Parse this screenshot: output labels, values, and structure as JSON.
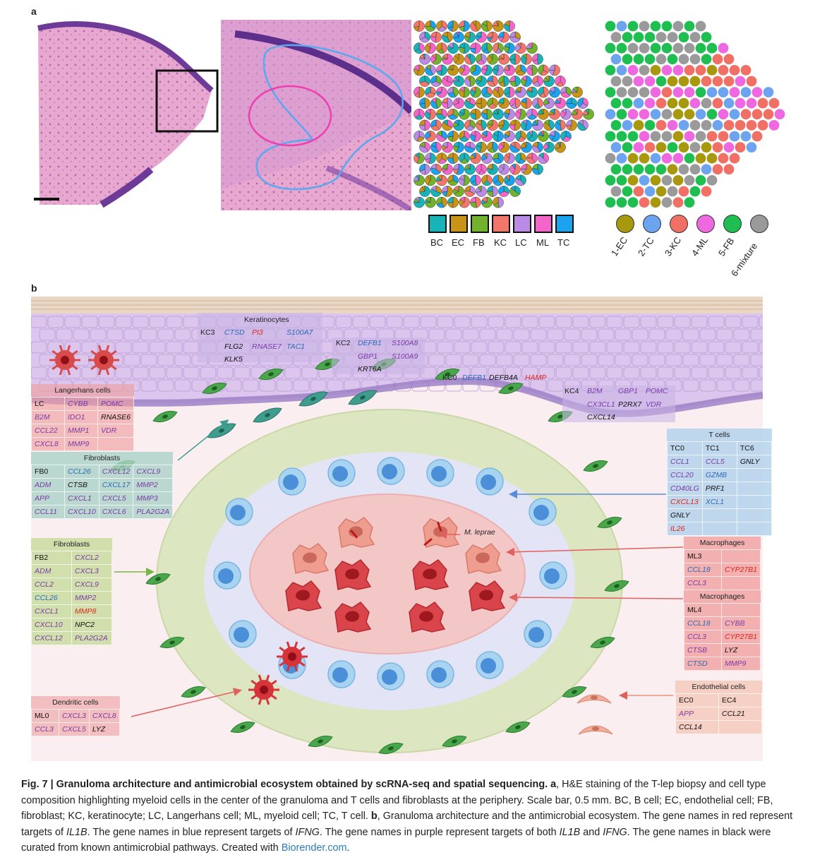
{
  "panel_a": {
    "label": "a",
    "legend1": [
      {
        "code": "BC",
        "color": "#18b3b8"
      },
      {
        "code": "EC",
        "color": "#c89418"
      },
      {
        "code": "FB",
        "color": "#73b22c"
      },
      {
        "code": "KC",
        "color": "#f3766a"
      },
      {
        "code": "LC",
        "color": "#b98be4"
      },
      {
        "code": "ML",
        "color": "#f465c9"
      },
      {
        "code": "TC",
        "color": "#1ba3ee"
      }
    ],
    "legend2": [
      {
        "label": "1-EC",
        "color": "#a8980e"
      },
      {
        "label": "2-TC",
        "color": "#6da4ef"
      },
      {
        "label": "3-KC",
        "color": "#f07065"
      },
      {
        "label": "4-ML",
        "color": "#ee68e0"
      },
      {
        "label": "5-FB",
        "color": "#1fbe50"
      },
      {
        "label": "6-mixture",
        "color": "#9a9a9a"
      }
    ]
  },
  "panel_b": {
    "label": "b",
    "keratinocytes_title": "Keratinocytes",
    "kc3": {
      "label": "KC3",
      "genes": [
        [
          "CTSD",
          "blue"
        ],
        [
          "PI3",
          "red"
        ],
        [
          "S100A7",
          "blue"
        ],
        [
          "FLG2",
          "black"
        ],
        [
          "RNASE7",
          "purple"
        ],
        [
          "TAC1",
          "blue"
        ],
        [
          "KLK5",
          "black"
        ]
      ]
    },
    "kc2": {
      "label": "KC2",
      "genes": [
        [
          "DEFB1",
          "blue"
        ],
        [
          "S100A8",
          "purple"
        ],
        [
          "GBP1",
          "purple"
        ],
        [
          "S100A9",
          "purple"
        ],
        [
          "KRT6A",
          "black"
        ]
      ]
    },
    "kc0": {
      "label": "KC0",
      "genes": [
        [
          "DEFB1",
          "blue"
        ],
        [
          "DEFB4A",
          "black"
        ],
        [
          "HAMP",
          "red"
        ]
      ]
    },
    "kc4": {
      "label": "KC4",
      "genes": [
        [
          "B2M",
          "purple"
        ],
        [
          "GBP1",
          "purple"
        ],
        [
          "POMC",
          "purple"
        ],
        [
          "CX3CL1",
          "purple"
        ],
        [
          "P2RX7",
          "black"
        ],
        [
          "VDR",
          "purple"
        ],
        [
          "CXCL14",
          "black"
        ]
      ]
    },
    "langerhans": {
      "title": "Langerhans cells",
      "header": "LC",
      "genes": [
        [
          "CYBB",
          "purple"
        ],
        [
          "POMC",
          "purple"
        ],
        [
          "B2M",
          "purple"
        ],
        [
          "IDO1",
          "purple"
        ],
        [
          "RNASE6",
          "black"
        ],
        [
          "CCL22",
          "purple"
        ],
        [
          "MMP1",
          "purple"
        ],
        [
          "VDR",
          "purple"
        ],
        [
          "CXCL8",
          "purple"
        ],
        [
          "MMP9",
          "purple"
        ]
      ]
    },
    "fibro1": {
      "title": "Fibroblasts",
      "header": "FB0",
      "genes": [
        [
          "CCL26",
          "blue"
        ],
        [
          "CXCL12",
          "purple"
        ],
        [
          "CXCL9",
          "purple"
        ],
        [
          "ADM",
          "purple"
        ],
        [
          "CTSB",
          "black"
        ],
        [
          "CXCL17",
          "blue"
        ],
        [
          "MMP2",
          "purple"
        ],
        [
          "APP",
          "purple"
        ],
        [
          "CXCL1",
          "purple"
        ],
        [
          "CXCL5",
          "purple"
        ],
        [
          "MMP3",
          "purple"
        ],
        [
          "CCL11",
          "purple"
        ],
        [
          "CXCL10",
          "purple"
        ],
        [
          "CXCL6",
          "purple"
        ],
        [
          "PLA2G2A",
          "purple"
        ]
      ]
    },
    "fibro2": {
      "title": "Fibroblasts",
      "header": "FB2",
      "genes": [
        [
          "CXCL2",
          "purple"
        ],
        [
          "ADM",
          "purple"
        ],
        [
          "CXCL3",
          "purple"
        ],
        [
          "CCL2",
          "purple"
        ],
        [
          "CXCL9",
          "purple"
        ],
        [
          "CCL26",
          "blue"
        ],
        [
          "MMP2",
          "purple"
        ],
        [
          "CXCL1",
          "purple"
        ],
        [
          "MMP8",
          "red"
        ],
        [
          "CXCL10",
          "purple"
        ],
        [
          "NPC2",
          "black"
        ],
        [
          "CXCL12",
          "purple"
        ],
        [
          "PLA2G2A",
          "purple"
        ]
      ]
    },
    "dendritic": {
      "title": "Dendritic cells",
      "header": "ML0",
      "genes": [
        [
          "CXCL3",
          "purple"
        ],
        [
          "CXCL8",
          "purple"
        ],
        [
          "CCL3",
          "purple"
        ],
        [
          "CXCL5",
          "purple"
        ],
        [
          "LYZ",
          "black"
        ]
      ]
    },
    "tcells": {
      "title": "T cells",
      "headers": [
        "TC0",
        "TC1",
        "TC6"
      ],
      "rows": [
        [
          [
            "CCL1",
            "purple"
          ],
          [
            "CCL5",
            "purple"
          ],
          [
            "GNLY",
            "black"
          ]
        ],
        [
          [
            "CCL20",
            "purple"
          ],
          [
            "GZMB",
            "blue"
          ],
          [
            "",
            ""
          ]
        ],
        [
          [
            "CD40LG",
            "purple"
          ],
          [
            "PRF1",
            "black"
          ],
          [
            "",
            ""
          ]
        ],
        [
          [
            "CXCL13",
            "red"
          ],
          [
            "XCL1",
            "blue"
          ],
          [
            "",
            ""
          ]
        ],
        [
          [
            "GNLY",
            "black"
          ],
          [
            "",
            ""
          ],
          [
            "",
            ""
          ]
        ],
        [
          [
            "IL26",
            "red"
          ],
          [
            "",
            ""
          ],
          [
            "",
            ""
          ]
        ]
      ]
    },
    "macro1": {
      "title": "Macrophages",
      "header": "ML3",
      "rows": [
        [
          [
            "CCL18",
            "blue"
          ],
          [
            "CYP27B1",
            "red"
          ]
        ],
        [
          [
            "CCL3",
            "purple"
          ],
          [
            "",
            ""
          ]
        ]
      ]
    },
    "macro2": {
      "title": "Macrophages",
      "header": "ML4",
      "rows": [
        [
          [
            "CCL18",
            "blue"
          ],
          [
            "CYBB",
            "purple"
          ]
        ],
        [
          [
            "CCL3",
            "purple"
          ],
          [
            "CYP27B1",
            "red"
          ]
        ],
        [
          [
            "CTSB",
            "purple"
          ],
          [
            "LYZ",
            "black"
          ]
        ],
        [
          [
            "CTSD",
            "blue"
          ],
          [
            "MMP9",
            "purple"
          ]
        ]
      ]
    },
    "endothelial": {
      "title": "Endothelial cells",
      "headers": [
        "EC0",
        "EC4"
      ],
      "rows": [
        [
          [
            "APP",
            "purple"
          ],
          [
            "CCL21",
            "black"
          ]
        ],
        [
          [
            "CCL14",
            "black"
          ],
          [
            "",
            ""
          ]
        ]
      ]
    },
    "mleprae": "M. leprae"
  },
  "caption": {
    "fig": "Fig. 7 | Granuloma architecture and antimicrobial ecosystem obtained by scRNA-seq and spatial sequencing.",
    "a_label": "a",
    "a_text": ", H&E staining of the T-lep biopsy and cell type composition highlighting myeloid cells in the center of the granuloma and T cells and fibroblasts at the periphery. Scale bar, 0.5 mm. BC, B cell; EC, endothelial cell; FB, fibroblast; KC, keratinocyte; LC, Langerhans cell; ML, myeloid cell; TC, T cell. ",
    "b_label": "b",
    "b_text1": ", Granuloma architecture and the antimicrobial ecosystem. The gene names in red represent targets of ",
    "il1b": "IL1B",
    "b_text2": ". The gene names in blue represent targets of ",
    "ifng": "IFNG",
    "b_text3": ". The gene names in purple represent targets of both ",
    "il1b2": "IL1B",
    "and": " and ",
    "ifng2": "IFNG",
    "b_text4": ". The gene names in black were curated from known antimicrobial pathways. Created with ",
    "link": "Biorender.com",
    "end": "."
  }
}
